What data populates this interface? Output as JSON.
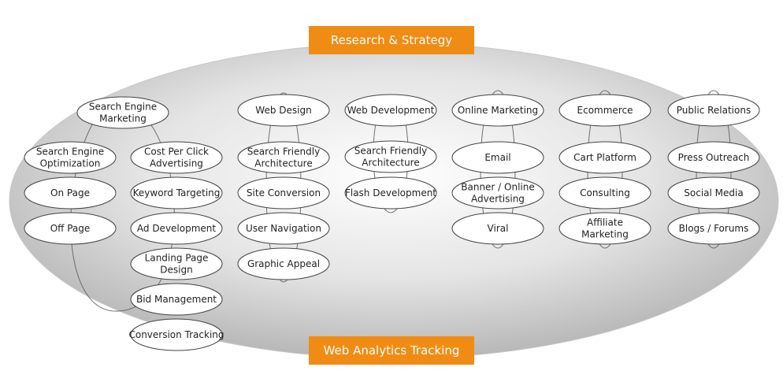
{
  "banners": {
    "top": "Research & Strategy",
    "bottom": "Web Analytics Tracking"
  },
  "colors": {
    "banner": "#f08c14",
    "banner_text": "#ffffff",
    "ellipse_stroke": "#444444",
    "background_gradient_center": "#ffffff",
    "background_gradient_edge": "#b4b4b4"
  },
  "nodes": [
    {
      "id": "search-engine-marketing",
      "lines": [
        "Search Engine",
        "Marketing"
      ]
    },
    {
      "id": "search-engine-optimization",
      "lines": [
        "Search Engine",
        "Optimization"
      ]
    },
    {
      "id": "on-page",
      "lines": [
        "On Page"
      ]
    },
    {
      "id": "off-page",
      "lines": [
        "Off Page"
      ]
    },
    {
      "id": "cost-per-click-advertising",
      "lines": [
        "Cost Per Click",
        "Advertising"
      ]
    },
    {
      "id": "keyword-targeting",
      "lines": [
        "Keyword Targeting"
      ]
    },
    {
      "id": "ad-development",
      "lines": [
        "Ad Development"
      ]
    },
    {
      "id": "landing-page-design",
      "lines": [
        "Landing Page",
        "Design"
      ]
    },
    {
      "id": "bid-management",
      "lines": [
        "Bid Management"
      ]
    },
    {
      "id": "conversion-tracking",
      "lines": [
        "Conversion Tracking"
      ]
    },
    {
      "id": "web-design",
      "lines": [
        "Web Design"
      ]
    },
    {
      "id": "search-friendly-architecture-1",
      "lines": [
        "Search Friendly",
        "Architecture"
      ]
    },
    {
      "id": "site-conversion",
      "lines": [
        "Site Conversion"
      ]
    },
    {
      "id": "user-navigation",
      "lines": [
        "User Navigation"
      ]
    },
    {
      "id": "graphic-appeal",
      "lines": [
        "Graphic Appeal"
      ]
    },
    {
      "id": "web-development",
      "lines": [
        "Web Development"
      ]
    },
    {
      "id": "search-friendly-architecture-2",
      "lines": [
        "Search Friendly",
        "Architecture"
      ]
    },
    {
      "id": "flash-development",
      "lines": [
        "Flash Development"
      ]
    },
    {
      "id": "online-marketing",
      "lines": [
        "Online Marketing"
      ]
    },
    {
      "id": "email",
      "lines": [
        "Email"
      ]
    },
    {
      "id": "banner-online-advertising",
      "lines": [
        "Banner / Online",
        "Advertising"
      ]
    },
    {
      "id": "viral",
      "lines": [
        "Viral"
      ]
    },
    {
      "id": "ecommerce",
      "lines": [
        "Ecommerce"
      ]
    },
    {
      "id": "cart-platform",
      "lines": [
        "Cart Platform"
      ]
    },
    {
      "id": "consulting",
      "lines": [
        "Consulting"
      ]
    },
    {
      "id": "affiliate-marketing",
      "lines": [
        "Affiliate",
        "Marketing"
      ]
    },
    {
      "id": "public-relations",
      "lines": [
        "Public Relations"
      ]
    },
    {
      "id": "press-outreach",
      "lines": [
        "Press Outreach"
      ]
    },
    {
      "id": "social-media",
      "lines": [
        "Social Media"
      ]
    },
    {
      "id": "blogs-forums",
      "lines": [
        "Blogs / Forums"
      ]
    }
  ]
}
